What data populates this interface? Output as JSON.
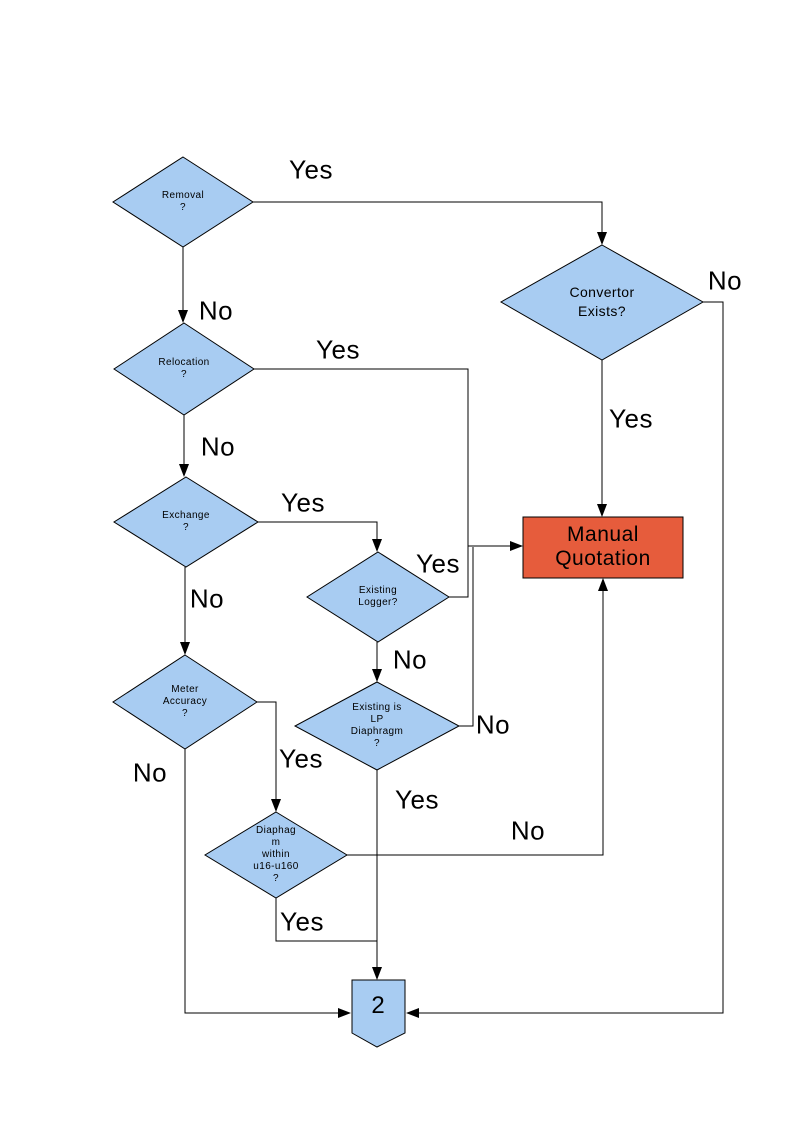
{
  "colors": {
    "decision_fill": "#A8CCF2",
    "connector_fill": "#A8CCF2",
    "action_fill": "#E65C3C",
    "line": "#000000",
    "text": "#000000"
  },
  "nodes": {
    "removal": {
      "type": "decision",
      "label": "Removal\n?"
    },
    "convertor_exists": {
      "type": "decision",
      "label": "Convertor\nExists?"
    },
    "relocation": {
      "type": "decision",
      "label": "Relocation\n?"
    },
    "exchange": {
      "type": "decision",
      "label": "Exchange\n?"
    },
    "existing_logger": {
      "type": "decision",
      "label": "Existing\nLogger?"
    },
    "meter_accuracy": {
      "type": "decision",
      "label": "Meter\nAccuracy\n?"
    },
    "existing_lp_diaphragm": {
      "type": "decision",
      "label": "Existing is\nLP\nDiaphragm\n?"
    },
    "diaphragm_within_range": {
      "type": "decision",
      "label": "Diaphag\nm\nwithin\nu16-u160\n?"
    },
    "manual_quotation": {
      "type": "process",
      "label": "Manual\nQuotation"
    },
    "offpage_connector": {
      "type": "off-page-connector",
      "label": "2"
    }
  },
  "edge_labels": {
    "removal_yes": "Yes",
    "removal_no": "No",
    "convertor_no": "No",
    "convertor_yes": "Yes",
    "relocation_yes": "Yes",
    "relocation_no": "No",
    "exchange_yes": "Yes",
    "exchange_no": "No",
    "logger_yes": "Yes",
    "logger_no": "No",
    "lp_diaphragm_no": "No",
    "lp_diaphragm_yes": "Yes",
    "meter_accuracy_yes": "Yes",
    "meter_accuracy_no": "No",
    "diaphragm_no": "No",
    "diaphragm_yes": "Yes"
  }
}
